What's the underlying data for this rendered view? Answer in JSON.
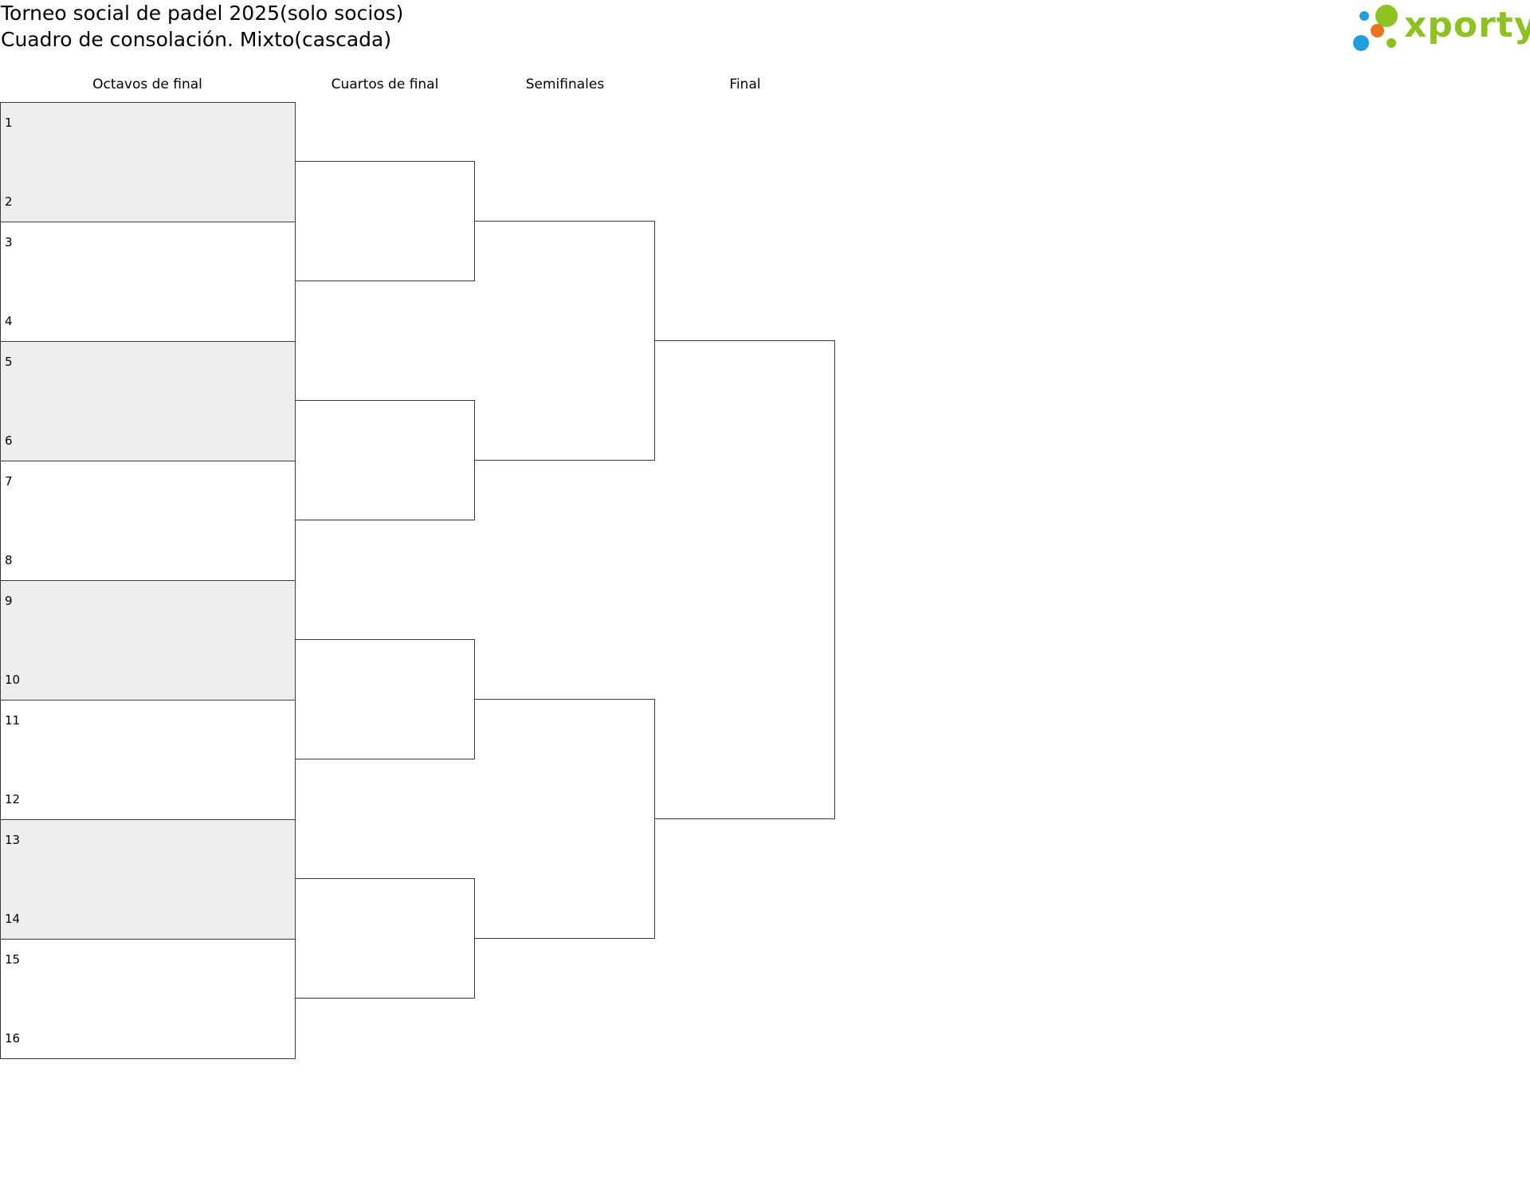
{
  "header": {
    "title": "Torneo social de padel 2025(solo socios)",
    "subtitle": "Cuadro de consolación. Mixto(cascada)"
  },
  "logo": {
    "text": "xporty",
    "colors": {
      "green": "#8dc21f",
      "orange": "#e8731c",
      "blue": "#1ea0e0"
    }
  },
  "rounds": [
    "Octavos de final",
    "Cuartos de final",
    "Semifinales",
    "Final"
  ],
  "slots": [
    {
      "top": "1",
      "bottom": "2"
    },
    {
      "top": "3",
      "bottom": "4"
    },
    {
      "top": "5",
      "bottom": "6"
    },
    {
      "top": "7",
      "bottom": "8"
    },
    {
      "top": "9",
      "bottom": "10"
    },
    {
      "top": "11",
      "bottom": "12"
    },
    {
      "top": "13",
      "bottom": "14"
    },
    {
      "top": "15",
      "bottom": "16"
    }
  ]
}
